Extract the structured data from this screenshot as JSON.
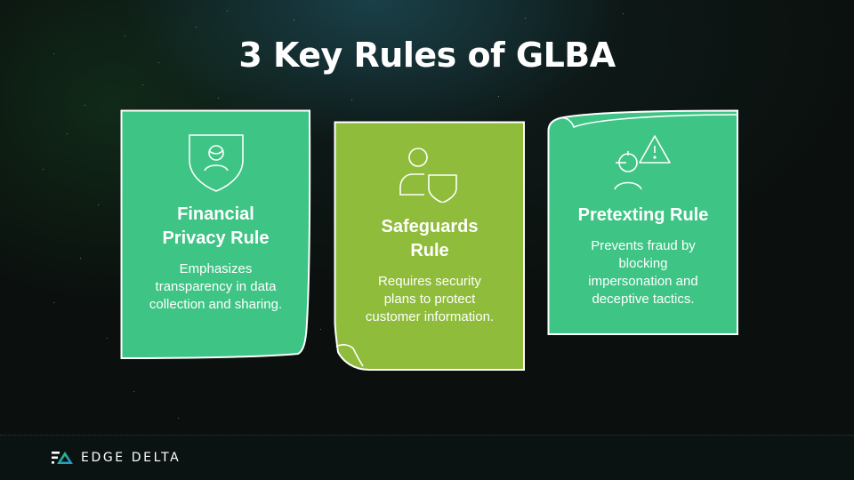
{
  "slide": {
    "title": "3 Key Rules of GLBA",
    "background_color": "#0b100e"
  },
  "cards": [
    {
      "title": "Financial Privacy Rule",
      "title_lines": [
        "Financial",
        "Privacy Rule"
      ],
      "description": "Emphasizes transparency in data collection and sharing.",
      "icon": "shield-user-icon",
      "color": "#3ec484"
    },
    {
      "title": "Safeguards Rule",
      "title_lines": [
        "Safeguards",
        "Rule"
      ],
      "description": "Requires security plans to protect customer information.",
      "icon": "user-shield-icon",
      "color": "#8fbc3a"
    },
    {
      "title": "Pretexting Rule",
      "title_lines": [
        "Pretexting Rule"
      ],
      "description": "Prevents fraud by blocking impersonation and deceptive tactics.",
      "icon": "user-warning-icon",
      "color": "#3ec484"
    }
  ],
  "footer": {
    "brand": "EDGE DELTA",
    "logo_icon": "edge-delta-logo-icon"
  }
}
